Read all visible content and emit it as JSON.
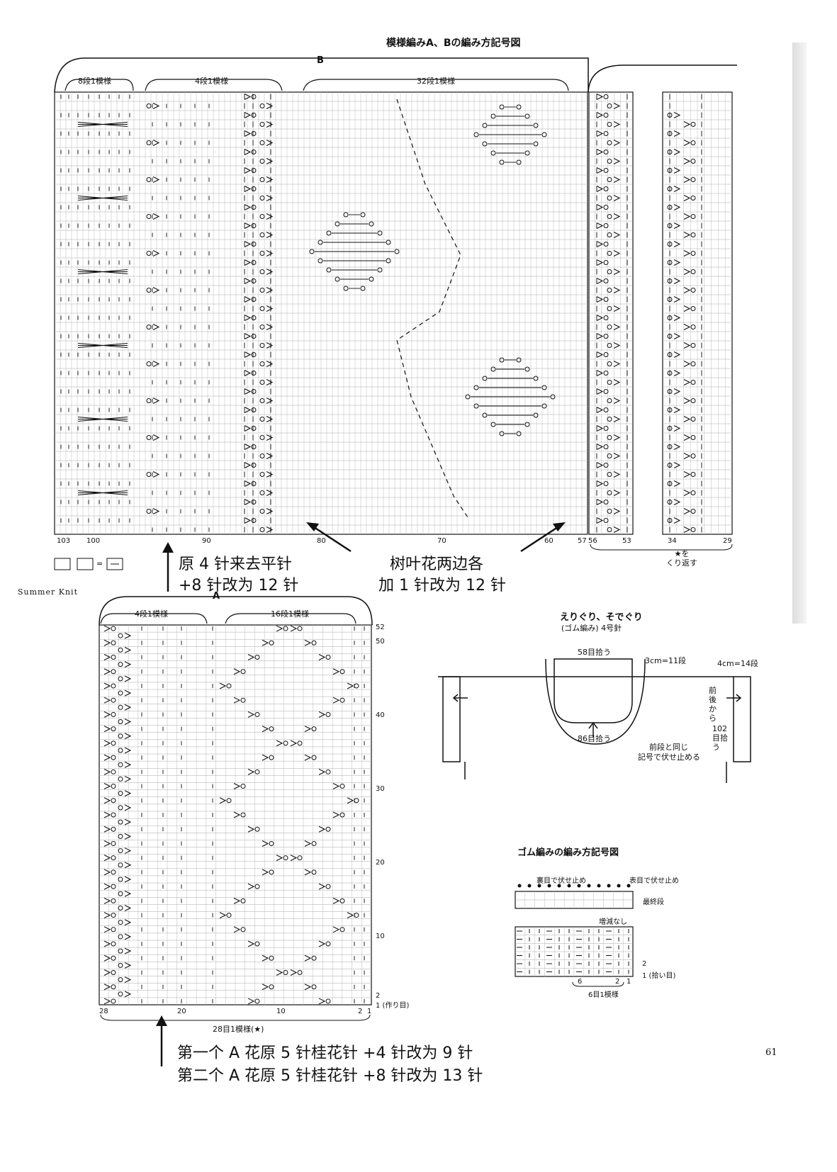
{
  "chart_b": {
    "title": "模様編みA、Bの編み方記号図",
    "label_b": "B",
    "bracket_1": "8段1模様",
    "bracket_2": "4段1模様",
    "bracket_3": "32段1模様",
    "x_ticks": [
      "103",
      "100",
      "90",
      "80",
      "70",
      "60",
      "57",
      "56",
      "53",
      "34",
      "29"
    ],
    "repeat_note": "★を\nくり返す",
    "legend_eq": "="
  },
  "notes": {
    "note_1_line1": "原 4 针来去平针",
    "note_1_line2": "+8 针改为 12 针",
    "note_2_line1": "树叶花两边各",
    "note_2_line2": "加 1 针改为 12 针",
    "note_3_line1": "第一个 A 花原 5 针桂花针 +4 针改为 9 针",
    "note_3_line2": "第二个 A 花原 5 针桂花针 +8 针改为 13 针"
  },
  "side_label": "Summer Knit",
  "chart_a": {
    "label_a": "A",
    "bracket_1": "4段1模様",
    "bracket_2": "16段1模様",
    "row_ticks": [
      "52",
      "50",
      "40",
      "30",
      "20",
      "10",
      "2",
      "1 (作り目)"
    ],
    "x_ticks": [
      "28",
      "20",
      "10",
      "2",
      "1"
    ],
    "repeat_label": "28目1模様(★)"
  },
  "neck": {
    "title_1": "えりぐり、そでぐり",
    "title_2": "(ゴム編み) 4号針",
    "top_pick": "58目拾う",
    "cm_1": "3cm=11段",
    "cm_2": "4cm=14段",
    "bottom_pick": "86目拾う",
    "side_pick_1": "前後から",
    "side_pick_2": "102目拾う",
    "bind_1": "前段と同じ",
    "bind_2": "記号で伏せ止める"
  },
  "rib": {
    "title": "ゴム編みの編み方記号図",
    "bind_back": "裏目で伏せ止め",
    "bind_front": "表目で伏せ止め",
    "last_row": "最終段",
    "no_change": "増減なし",
    "row_2": "2",
    "row_1": "1 (拾い目)",
    "st_ticks": [
      "6",
      "2",
      "1"
    ],
    "repeat": "6目1模様"
  },
  "page_number": "61"
}
